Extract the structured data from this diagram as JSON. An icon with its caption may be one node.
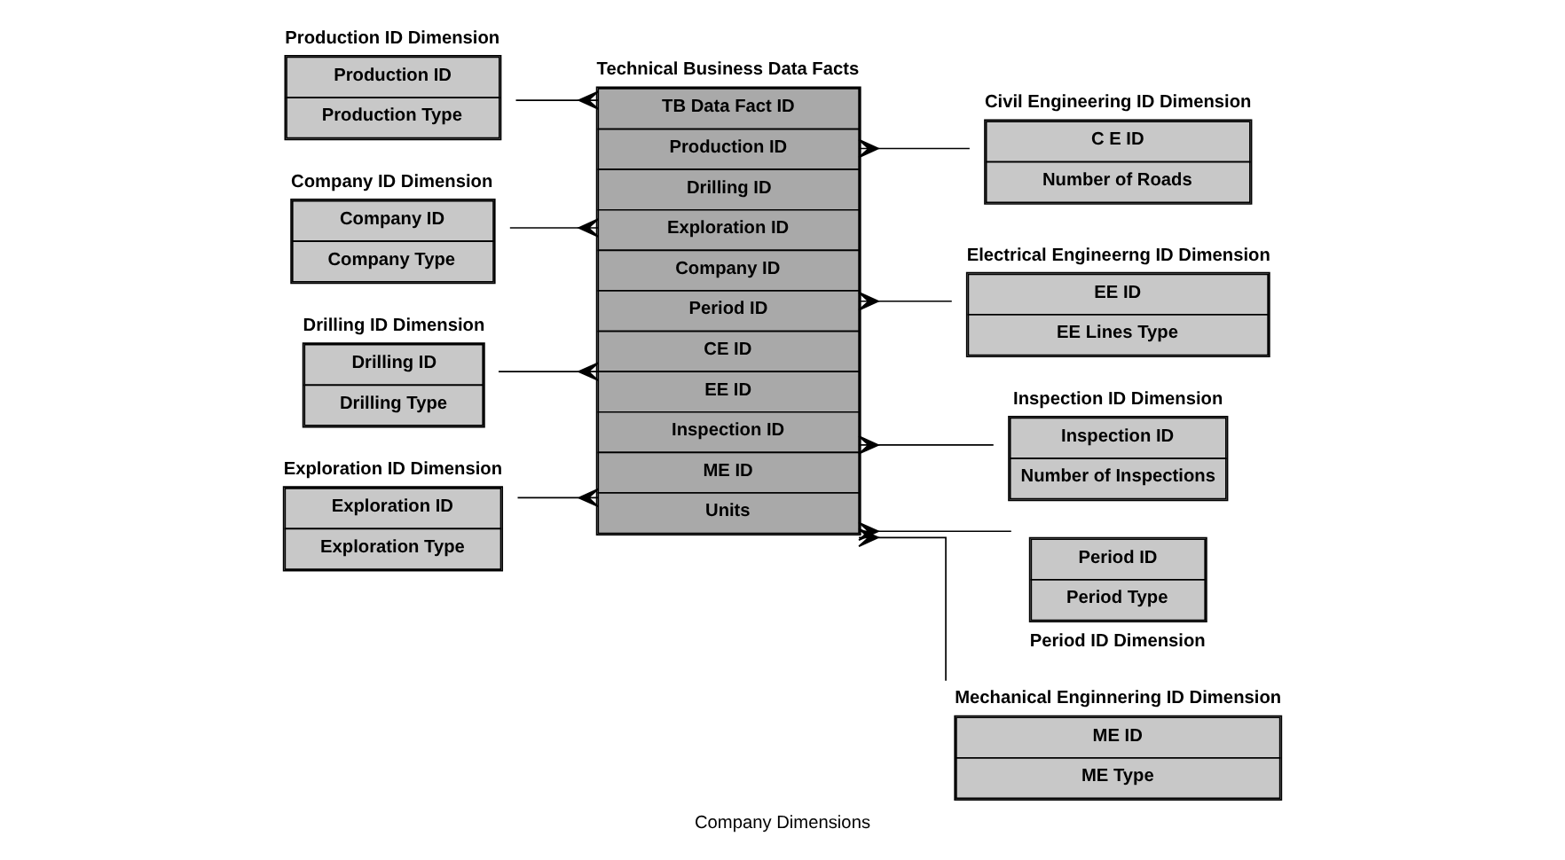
{
  "diagram": {
    "caption": "Company Dimensions",
    "nodes": [
      {
        "text": [
          "Production ID Dimension",
          "Production ID",
          "Production Type"
        ]
      },
      {
        "text": [
          "Technical Business Data Facts",
          "TB Data Fact ID",
          "Production ID",
          "Drilling ID",
          "Exploration ID",
          "Company ID",
          "Period ID",
          "CE ID",
          "EE ID",
          "Inspection ID",
          "ME ID",
          "Units"
        ]
      },
      {
        "text": [
          "Civil Engineering ID Dimension",
          "C E ID",
          "Number of Roads"
        ]
      },
      {
        "text": [
          "Drilling ID Dimension",
          "Drilling ID",
          "Drilling Type"
        ]
      },
      {
        "text": [
          "Electrical Engineerng ID Dimension",
          "EE ID",
          "EE Lines Type"
        ]
      },
      {
        "text": [
          "Exploration ID Dimension",
          "Exploration ID",
          "Exploration Type"
        ]
      },
      {
        "text": [
          "Inspection ID Dimension",
          "Inspection ID",
          "Number of Inspections"
        ]
      },
      {
        "text": [
          "Company ID Dimension",
          "Company ID",
          "Company Type"
        ]
      },
      {
        "text": [
          "Period ID",
          "Period Type",
          "Period ID Dimension"
        ]
      },
      {
        "text": [
          "Mechanical Enginnering ID Dimension",
          "ME ID",
          "ME Type"
        ]
      }
    ],
    "edges": [
      {
        "from": 0,
        "to": 1,
        "arrow": "other"
      },
      {
        "from": 2,
        "to": 1,
        "arrow": "other"
      },
      {
        "from": 3,
        "to": 1,
        "arrow": "other"
      },
      {
        "from": 4,
        "to": 1,
        "arrow": "other"
      },
      {
        "from": 5,
        "to": 1,
        "arrow": "other"
      },
      {
        "from": 6,
        "to": 1,
        "arrow": "other"
      },
      {
        "from": 7,
        "to": 1,
        "arrow": "other"
      },
      {
        "from": 8,
        "to": 1,
        "arrow": "other"
      },
      {
        "from": 9,
        "to": 1,
        "arrow": "other"
      }
    ]
  }
}
